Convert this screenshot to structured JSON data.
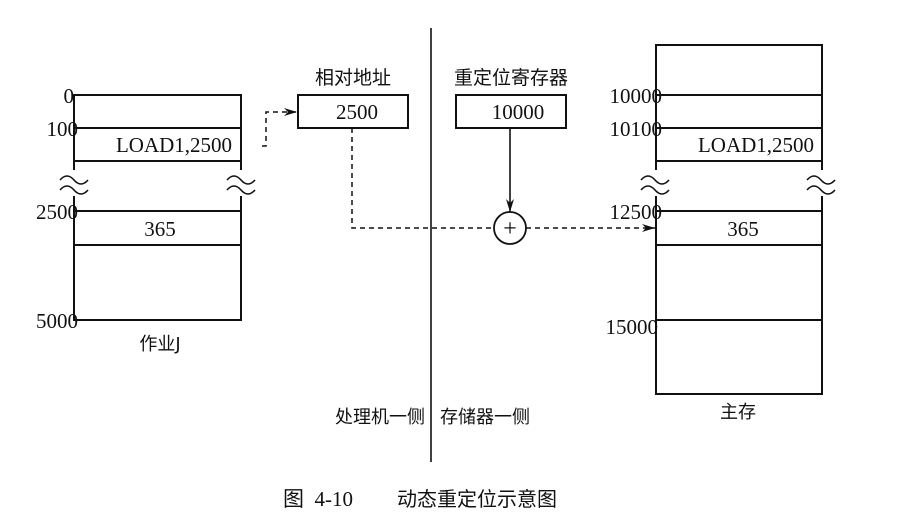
{
  "job": {
    "caption": "作业J",
    "addresses": [
      "0",
      "100",
      "2500",
      "5000"
    ],
    "cells": {
      "instruction": "LOAD1,2500",
      "data": "365"
    }
  },
  "processor_side": {
    "relative_address_label": "相对地址",
    "relative_address_value": "2500",
    "relocation_register_label": "重定位寄存器",
    "relocation_register_value": "10000",
    "adder_symbol": "+"
  },
  "memory": {
    "caption": "主存",
    "addresses": [
      "10000",
      "10100",
      "12500",
      "15000"
    ],
    "cells": {
      "instruction": "LOAD1,2500",
      "data": "365"
    }
  },
  "sides": {
    "left": "处理机一侧",
    "right": "存储器一侧"
  },
  "figure_caption": {
    "number": "图  4-10",
    "title": "动态重定位示意图"
  }
}
